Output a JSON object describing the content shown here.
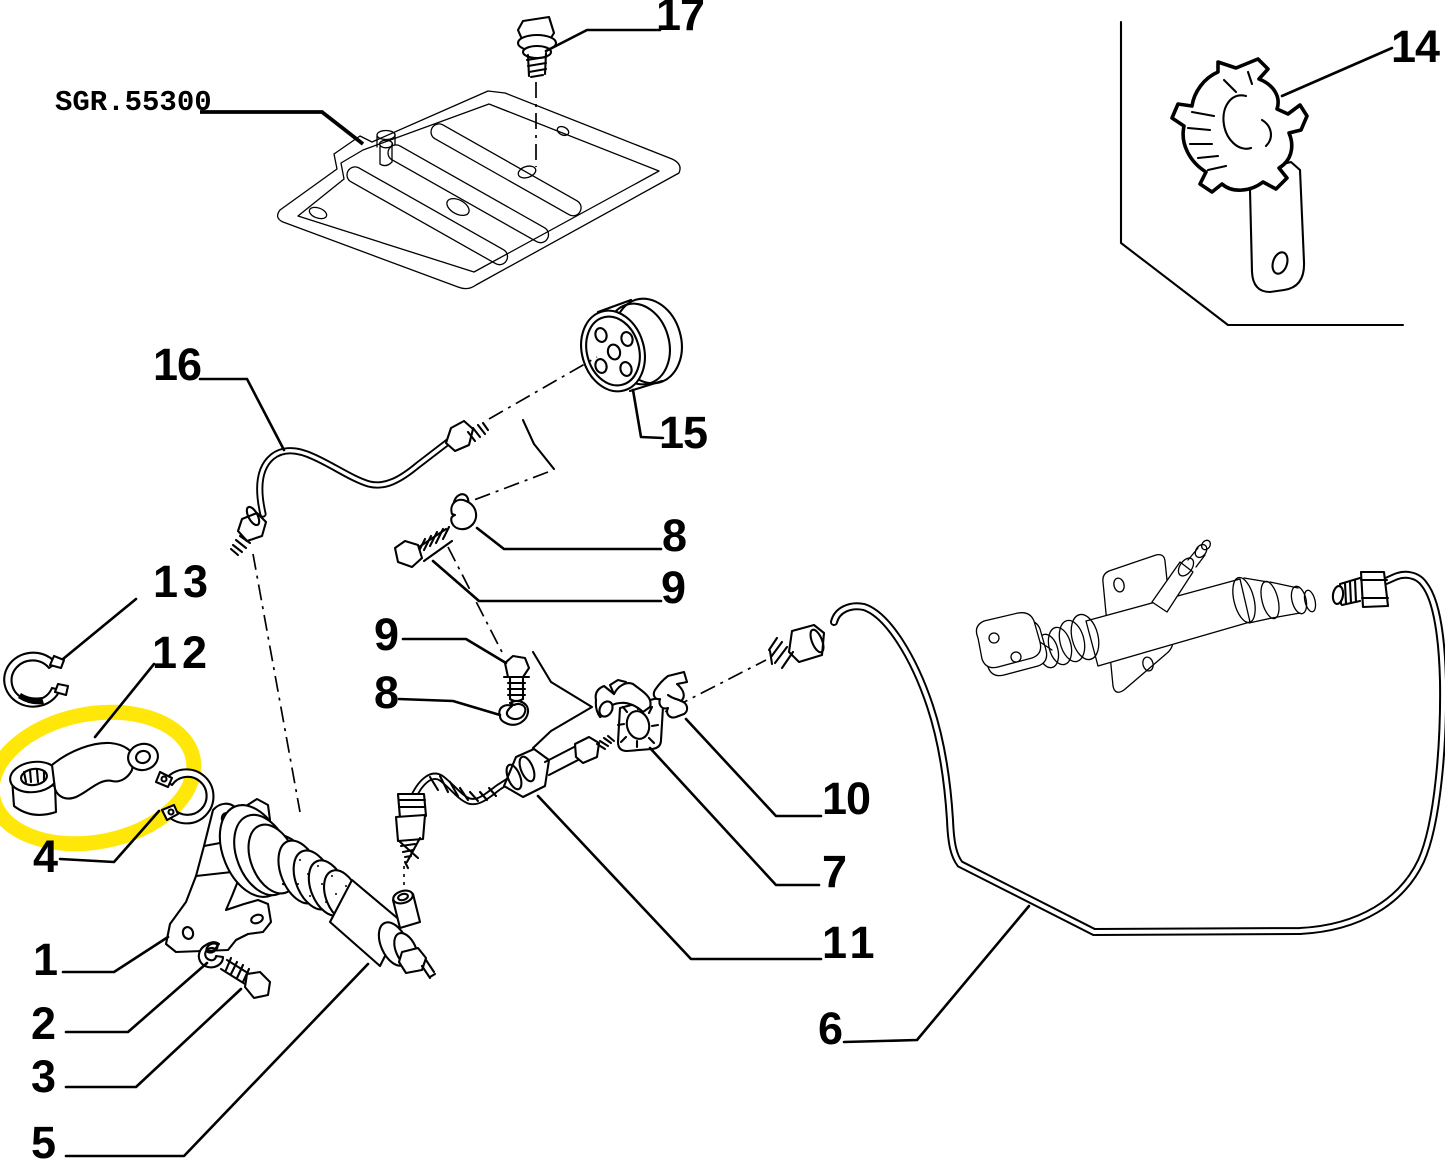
{
  "diagram": {
    "reference_code": "SGR.55300",
    "highlight_color": "#FFE600",
    "line_color": "#000000",
    "background_color": "#FFFFFF",
    "callouts": [
      {
        "text": "17"
      },
      {
        "text": "14"
      },
      {
        "text": "16"
      },
      {
        "text": "15"
      },
      {
        "text": "8"
      },
      {
        "text": "9"
      },
      {
        "text": "13"
      },
      {
        "text": "12"
      },
      {
        "text": "9"
      },
      {
        "text": "8"
      },
      {
        "text": "4"
      },
      {
        "text": "10"
      },
      {
        "text": "7"
      },
      {
        "text": "11"
      },
      {
        "text": "6"
      },
      {
        "text": "1"
      },
      {
        "text": "2"
      },
      {
        "text": "3"
      },
      {
        "text": "5"
      }
    ]
  }
}
